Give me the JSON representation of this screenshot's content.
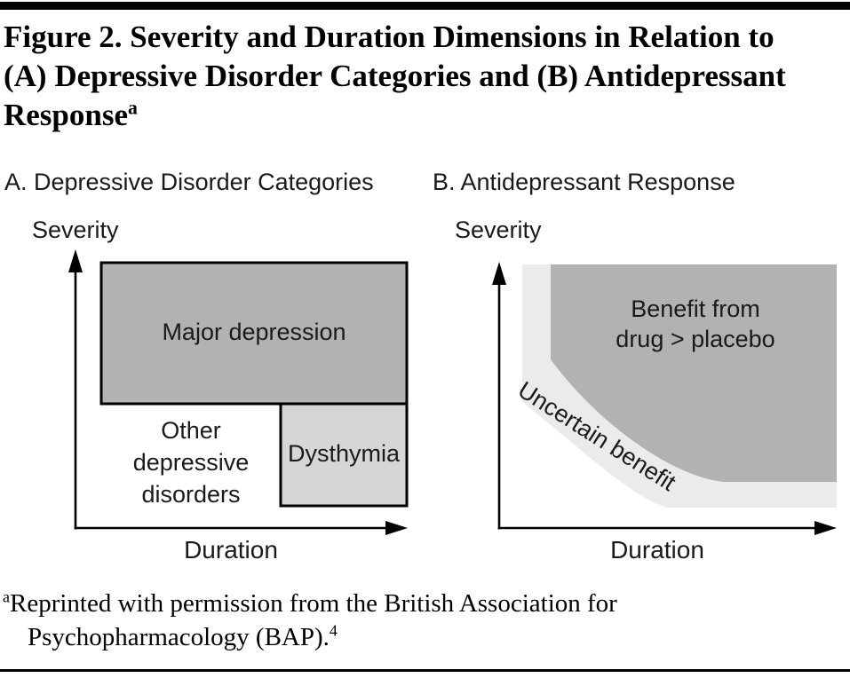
{
  "figure": {
    "title_lines": [
      "Figure 2. Severity and Duration Dimensions in Relation to",
      "(A) Depressive Disorder Categories and (B) Antidepressant"
    ],
    "title_line_last": "Response",
    "title_superscript": "a"
  },
  "panel_a": {
    "header": "A. Depressive Disorder Categories",
    "y_axis_label": "Severity",
    "x_axis_label": "Duration",
    "regions": {
      "major_depression": "Major depression",
      "other_lines": [
        "Other",
        "depressive",
        "disorders"
      ],
      "dysthymia": "Dysthymia"
    }
  },
  "panel_b": {
    "header": "B. Antidepressant Response",
    "y_axis_label": "Severity",
    "x_axis_label": "Duration",
    "regions": {
      "benefit_lines": [
        "Benefit from",
        "drug > placebo"
      ],
      "uncertain": "Uncertain benefit"
    }
  },
  "footnote": {
    "superscript": "a",
    "line1": "Reprinted with permission from the British Association for",
    "line2": "Psychopharmacology (BAP).",
    "reference_superscript": "4"
  },
  "colors": {
    "dark_gray": "#b2b2b2",
    "light_gray": "#d6d6d6",
    "band_gray": "#ebebeb",
    "text": "#1a1a1a",
    "rule_black": "#000000"
  }
}
